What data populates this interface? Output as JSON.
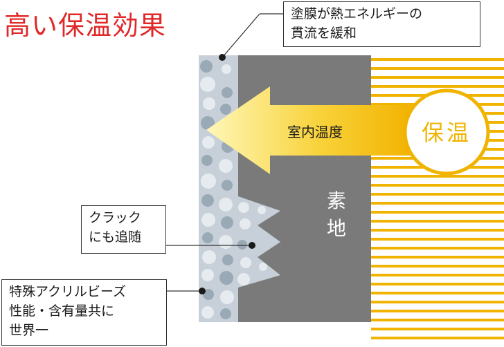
{
  "title": "高い保温効果",
  "callout_top": {
    "lines": [
      "塗膜が熱エネルギーの",
      "貫流を緩和"
    ]
  },
  "callout_crack": {
    "lines": [
      "クラック",
      "にも追随"
    ]
  },
  "callout_beads": {
    "lines": [
      "特殊アクリルビーズ",
      "性能・含有量共に",
      "世界一"
    ]
  },
  "arrow_label": "室内温度",
  "heat_label": "保温",
  "substrate_label": [
    "素",
    "地"
  ],
  "colors": {
    "title": "#e02828",
    "substrate": "#7a7a7a",
    "coating": "#c4ccd4",
    "stripe": "#f0b400",
    "arrow_light": "#fff6b0",
    "arrow_dark": "#f3b600"
  }
}
